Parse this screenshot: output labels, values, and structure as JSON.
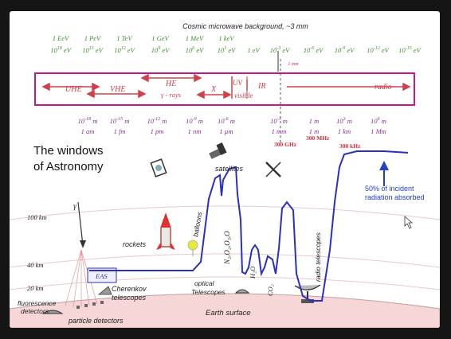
{
  "header": {
    "cmb_note": "Cosmic microwave background, ~3 mm"
  },
  "energy_top_row": [
    "1 EeV",
    "1 PeV",
    "1 TeV",
    "1 GeV",
    "1 MeV",
    "1 keV"
  ],
  "energy_bottom_row": [
    {
      "base": "10",
      "exp": "18",
      "unit": "eV"
    },
    {
      "base": "10",
      "exp": "15",
      "unit": "eV"
    },
    {
      "base": "10",
      "exp": "12",
      "unit": "eV"
    },
    {
      "base": "10",
      "exp": "9",
      "unit": "eV"
    },
    {
      "base": "10",
      "exp": "6",
      "unit": "eV"
    },
    {
      "base": "10",
      "exp": "3",
      "unit": "eV"
    },
    {
      "base": "1",
      "exp": "",
      "unit": "eV"
    },
    {
      "base": "10",
      "exp": "-3",
      "unit": "eV"
    },
    {
      "base": "10",
      "exp": "-6",
      "unit": "eV"
    },
    {
      "base": "10",
      "exp": "-9",
      "unit": "eV"
    },
    {
      "base": "10",
      "exp": "-12",
      "unit": "eV"
    },
    {
      "base": "10",
      "exp": "-15",
      "unit": "eV"
    }
  ],
  "one_mm_tag": "1 mm",
  "bands": {
    "uhe": "UHE",
    "vhe": "VHE",
    "he": "HE",
    "he_sub": "γ - rays",
    "x": "X",
    "uv": "UV",
    "visible": "visible",
    "ir": "IR",
    "radio": "radio"
  },
  "wavelength_top": [
    {
      "base": "10",
      "exp": "-18",
      "unit": "m"
    },
    {
      "base": "10",
      "exp": "-15",
      "unit": "m"
    },
    {
      "base": "10",
      "exp": "-12",
      "unit": "m"
    },
    {
      "base": "10",
      "exp": "-9",
      "unit": "m"
    },
    {
      "base": "10",
      "exp": "-6",
      "unit": "m"
    },
    {
      "base": "10",
      "exp": "-3",
      "unit": "m"
    },
    {
      "base": "1",
      "exp": "",
      "unit": "m"
    },
    {
      "base": "10",
      "exp": "3",
      "unit": "m"
    },
    {
      "base": "10",
      "exp": "6",
      "unit": "m"
    }
  ],
  "wavelength_names": [
    "1 am",
    "1 fm",
    "1 pm",
    "1 nm",
    "1 µm",
    "1 mm",
    "1 m",
    "1 km",
    "1 Mm"
  ],
  "frequencies": [
    "300 GHz",
    "300 MHz",
    "300 kHz"
  ],
  "title_line1": "The windows",
  "title_line2": "of Astronomy",
  "labels": {
    "satellites": "satellites",
    "fifty_line1": "50% of incident",
    "fifty_line2": "radiation absorbed",
    "alt_100": "100 km",
    "alt_40": "40 km",
    "alt_20": "20 km",
    "gamma": "γ",
    "balloons": "balloons",
    "rockets": "rockets",
    "gases": "N₂,O₂,O₃,O",
    "h2o": "H₂O",
    "co2": "CO₂",
    "radio_telescopes": "radio telescopes",
    "eas": "EAS",
    "cherenkov1": "Cherenkov",
    "cherenkov2": "telescopes",
    "optical1": "optical",
    "optical2": "Telescopes",
    "fluor1": "fluorescence",
    "fluor2": "detectors",
    "particle": "particle detectors",
    "earth": "Earth surface"
  },
  "colors": {
    "energy_green": "#3c8f2a",
    "spectrum_magenta": "#c2188a",
    "band_red": "#d0404a",
    "wavelength_purple": "#8a2e9a",
    "freq_red": "#cc3040",
    "curve_blue": "#2a2fc0",
    "arrow_blue": "#2340c8",
    "earth_pink": "#f6d6d6"
  }
}
